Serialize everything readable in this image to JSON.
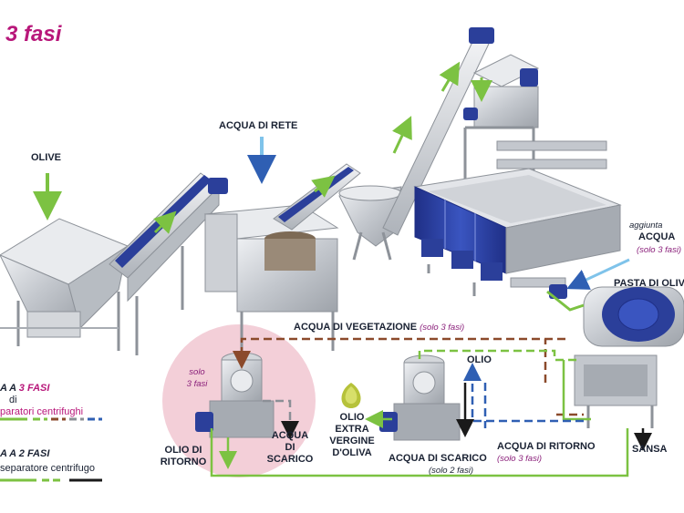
{
  "title": "3 fasi",
  "labels": {
    "olive": "OLIVE",
    "acqua_rete": "ACQUA DI RETE",
    "aggiunta": "aggiunta",
    "acqua": "ACQUA",
    "solo3_a": "(solo 3 fasi)",
    "pasta": "PASTA DI OLIVE",
    "acqua_veg": "ACQUA DI VEGETAZIONE",
    "acqua_veg_sub": "(solo 3 fasi)",
    "olio": "OLIO",
    "solo3_circle_1": "solo",
    "solo3_circle_2": "3 fasi",
    "olio_ritorno_1": "OLIO DI",
    "olio_ritorno_2": "RITORNO",
    "acqua_scarico_l_1": "ACQUA",
    "acqua_scarico_l_2": "DI",
    "acqua_scarico_l_3": "SCARICO",
    "olio_extra_1": "OLIO",
    "olio_extra_2": "EXTRA",
    "olio_extra_3": "VERGINE",
    "olio_extra_4": "D'OLIVA",
    "acqua_scarico_r": "ACQUA DI SCARICO",
    "acqua_scarico_r_sub": "(solo 2 fasi)",
    "acqua_ritorno": "ACQUA DI RITORNO",
    "acqua_ritorno_sub": "(solo 3 fasi)",
    "sansa": "SANSA"
  },
  "legend": {
    "tre_fasi_prefix": "A A ",
    "tre_fasi_accent": "3 FASI",
    "tre_fasi_line2": "di",
    "tre_fasi_line3": "paratori centrifughi",
    "due_fasi": "A A 2 FASI",
    "due_fasi_line2": "separatore centrifugo"
  },
  "colors": {
    "green": "#7cc242",
    "brown": "#8b4a2b",
    "blue": "#2f5fb3",
    "black": "#1a1a1a",
    "magenta": "#b8177a",
    "machine_blue": "#2b3f9a",
    "steel": "#c9ccd1",
    "circle_pink": "#f3cfd8"
  }
}
